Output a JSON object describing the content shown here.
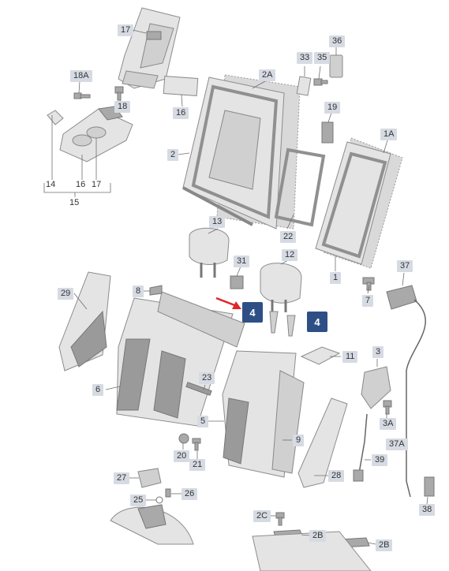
{
  "parts": {
    "p17": "17",
    "p18A": "18A",
    "p18": "18",
    "p16top": "16",
    "p2": "2",
    "p2A": "2A",
    "p33": "33",
    "p35": "35",
    "p36": "36",
    "p19": "19",
    "p1A": "1A",
    "p14": "14",
    "p16": "16",
    "p17b": "17",
    "p15": "15",
    "p22": "22",
    "p13": "13",
    "p31": "31",
    "p12": "12",
    "p1": "1",
    "p37": "37",
    "p7": "7",
    "p29": "29",
    "p8": "8",
    "p4a": "4",
    "p4b": "4",
    "p11": "11",
    "p3": "3",
    "p6": "6",
    "p23": "23",
    "p5": "5",
    "p9": "9",
    "p3A": "3A",
    "p37A": "37A",
    "p20": "20",
    "p21": "21",
    "p39": "39",
    "p28": "28",
    "p27": "27",
    "p26": "26",
    "p25": "25",
    "p38": "38",
    "p2C": "2C",
    "p2Ba": "2B",
    "p2Bb": "2B"
  },
  "colors": {
    "highlight": "#2d4f86",
    "arrow": "#e0262b",
    "label_bg": "#d6dbe3"
  }
}
